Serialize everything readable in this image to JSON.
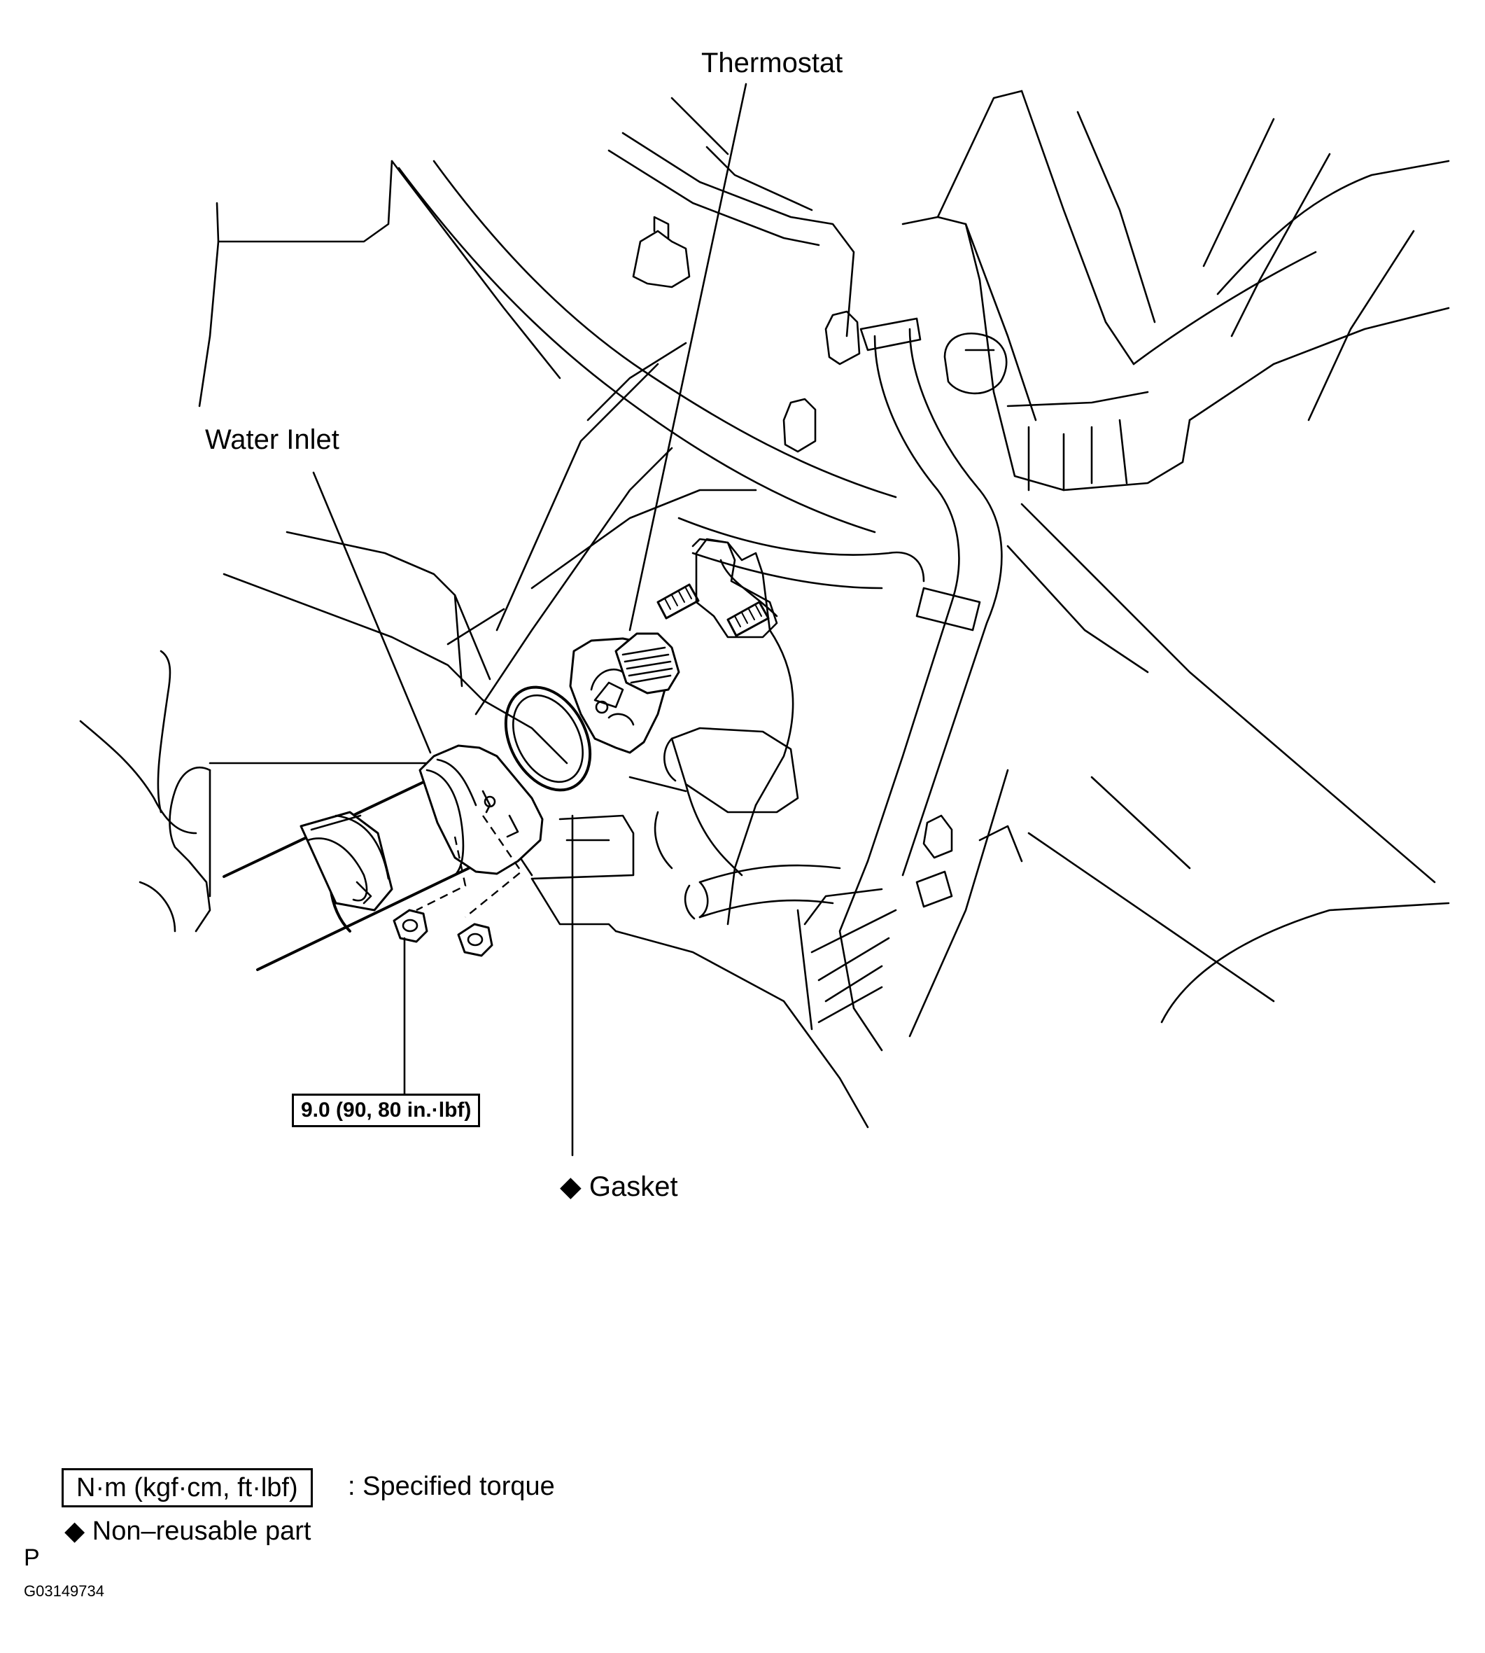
{
  "labels": {
    "thermostat": "Thermostat",
    "water_inlet": "Water Inlet",
    "gasket": "Gasket",
    "torque_value": "9.0 (90, 80 in.·lbf)"
  },
  "legend": {
    "torque_unit": "N·m (kgf·cm, ft·lbf)",
    "torque_desc": ": Specified torque",
    "nonreusable": "Non–reusable part",
    "diamond": "◆"
  },
  "footer": {
    "letter": "P",
    "code": "G03149734"
  }
}
